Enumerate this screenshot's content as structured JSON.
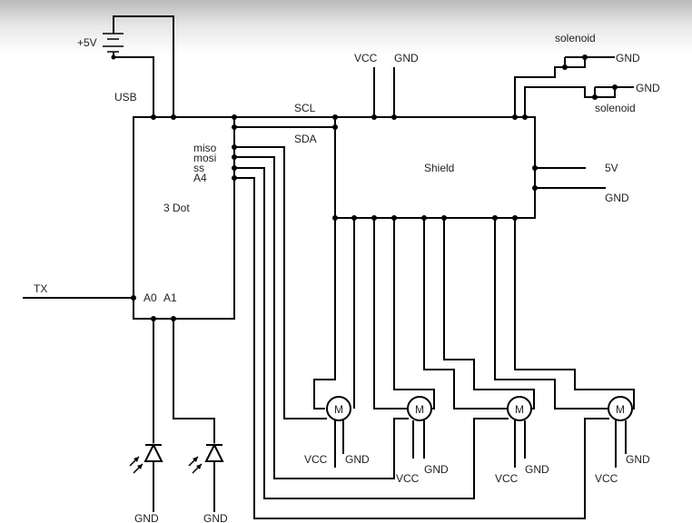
{
  "diagram": {
    "labels": {
      "plus5v": "+5V",
      "usb": "USB",
      "vcc_top": "VCC",
      "gnd_top": "GND",
      "scl": "SCL",
      "sda": "SDA",
      "solenoid_top": "solenoid",
      "solenoid_bottom": "solenoid",
      "gnd_sol1": "GND",
      "gnd_sol2": "GND",
      "shield": "Shield",
      "shield_5v": "5V",
      "shield_gnd": "GND",
      "board": "3 Dot",
      "miso": "miso",
      "mosi": "mosi",
      "ss": "ss",
      "a4": "A4",
      "tx": "TX",
      "a0": "A0",
      "a1": "A1",
      "led1_gnd": "GND",
      "led2_gnd": "GND",
      "m1_vcc": "VCC",
      "m1_gnd": "GND",
      "m2_vcc": "VCC",
      "m2_gnd": "GND",
      "m3_vcc": "VCC",
      "m3_gnd": "GND",
      "m4_vcc": "VCC",
      "m4_gnd": "GND"
    },
    "motor_symbol": "M",
    "motors": 4
  }
}
